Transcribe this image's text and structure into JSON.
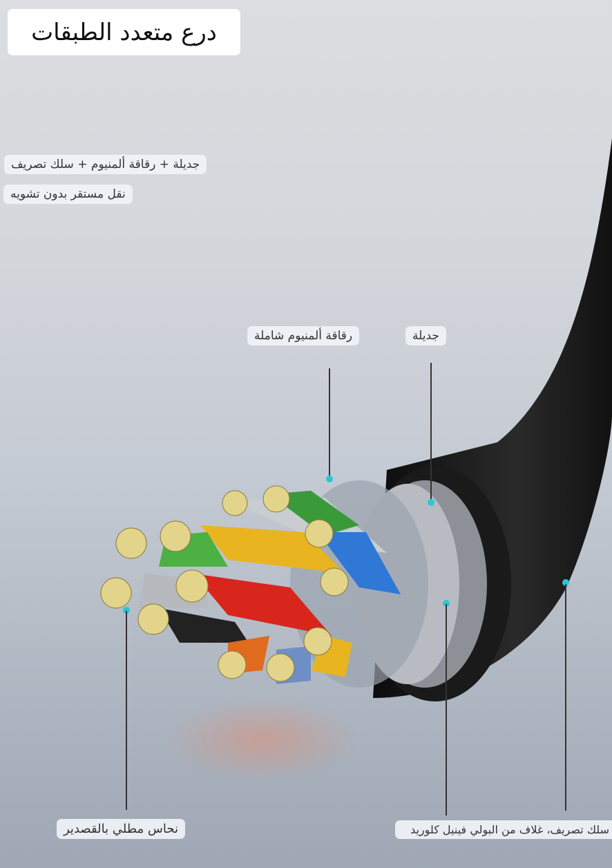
{
  "title": "درع متعدد الطبقات",
  "features": [
    "جديلة + رقاقة ألمنيوم + سلك تصريف",
    "نقل مستقر بدون تشويه"
  ],
  "callouts": {
    "aluminum_foil": "رقاقة ألمنيوم شاملة",
    "braid": "جديلة",
    "tinned_copper": "نحاس مطلي بالقصدير",
    "drain_pvc": "سلك تصريف، غلاف من البولي فينيل كلوريد"
  },
  "colors": {
    "accent_dot": "#2bc6d6",
    "jacket": "#151515"
  }
}
